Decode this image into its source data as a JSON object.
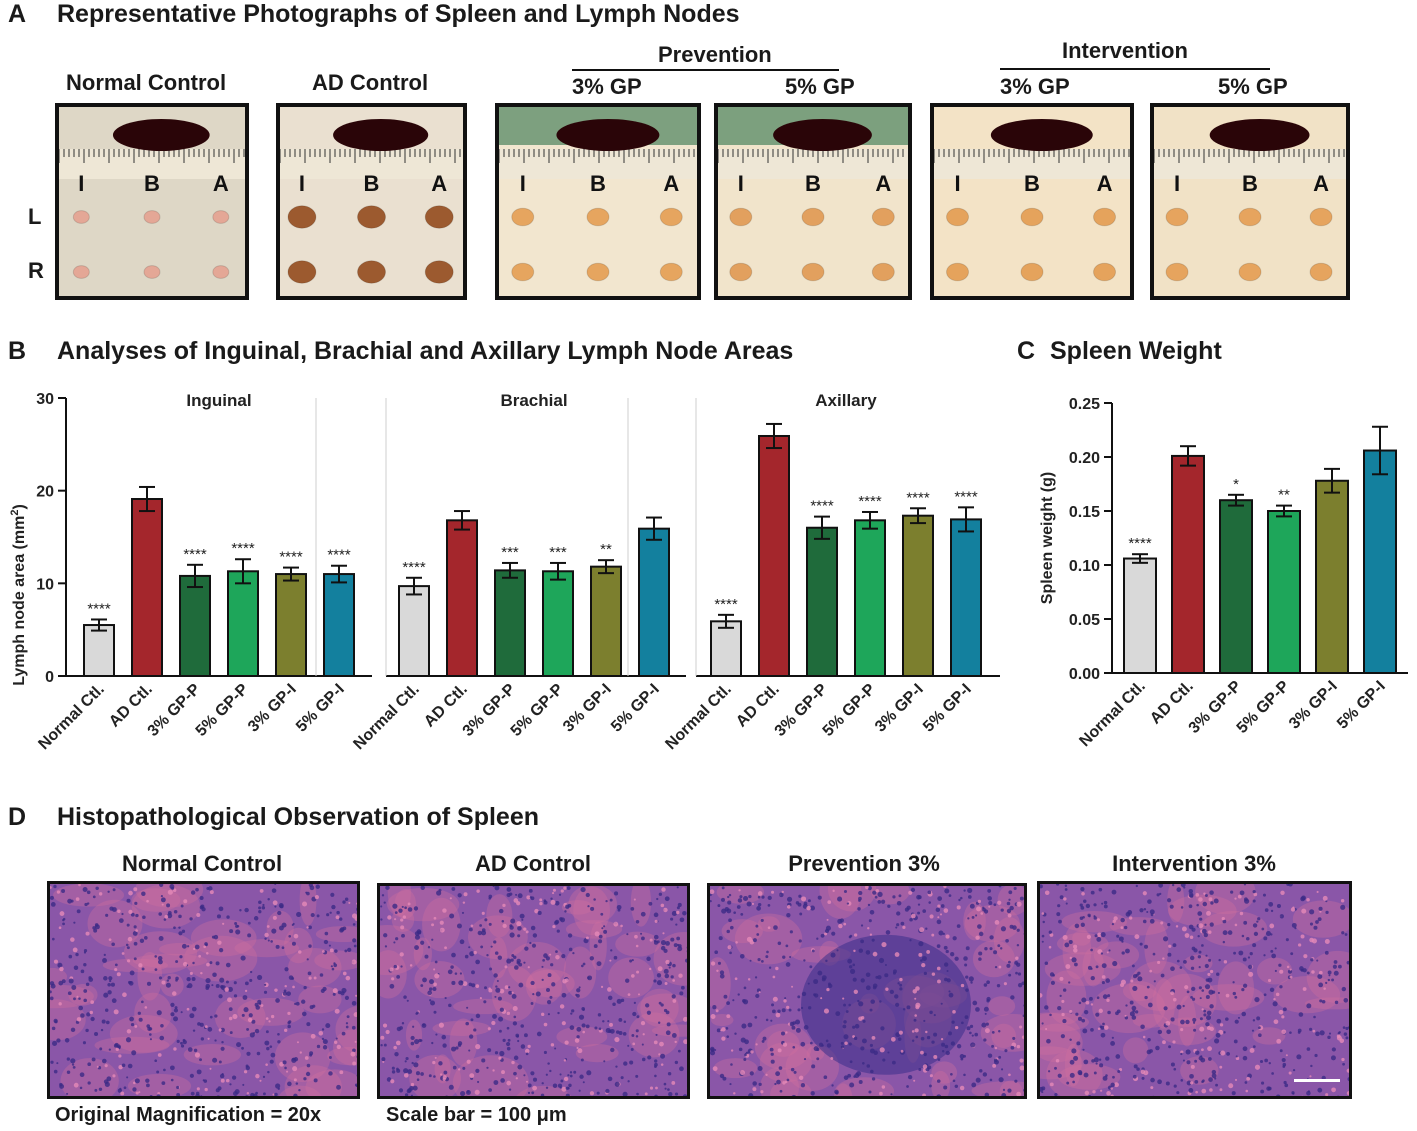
{
  "panel_a": {
    "letter": "A",
    "title": "Representative Photographs of Spleen and Lymph Nodes",
    "group_headers": [
      "Prevention",
      "Intervention"
    ],
    "photo_labels": [
      "Normal Control",
      "AD Control",
      "3% GP",
      "5% GP",
      "3% GP",
      "5% GP"
    ],
    "row_labels": [
      "L",
      "R"
    ],
    "node_letters": [
      "I",
      "B",
      "A"
    ],
    "photos": [
      {
        "bg": "#ded7c6",
        "node_color": "#e4a796",
        "spleen": "#2a0508"
      },
      {
        "bg": "#eae0d0",
        "node_color": "#9c5a2f",
        "spleen": "#2a0508"
      },
      {
        "bg": "#f2e6cf",
        "node_color": "#e6a55f",
        "spleen": "#2a0508"
      },
      {
        "bg": "#f1e4cb",
        "node_color": "#e2a05e",
        "spleen": "#2a0508"
      },
      {
        "bg": "#f3e3c6",
        "node_color": "#e5a35c",
        "spleen": "#2a0508"
      },
      {
        "bg": "#f1e2c6",
        "node_color": "#e6a45e",
        "spleen": "#2a0508"
      }
    ]
  },
  "panel_b": {
    "letter": "B",
    "title": "Analyses of Inguinal, Brachial and Axillary Lymph Node Areas",
    "ylabel": "Lymph node area (mm",
    "ylabel_sup": "2",
    "ylabel_close": ")"
  },
  "panel_c": {
    "letter": "C",
    "title": "Spleen Weight"
  },
  "panel_d": {
    "letter": "D",
    "title": "Histopathological Observation of Spleen",
    "image_labels": [
      "Normal Control",
      "AD Control",
      "Prevention 3%",
      "Intervention 3%"
    ],
    "footnote_left": "Original Magnification = 20x",
    "footnote_right": "Scale bar = 100 μm"
  },
  "chart_data": [
    {
      "type": "bar",
      "title": "Inguinal",
      "ylabel": "Lymph node area (mm2)",
      "ylim": [
        0,
        30
      ],
      "yticks": [
        0,
        10,
        20,
        30
      ],
      "categories": [
        "Normal Ctl.",
        "AD Ctl.",
        "3% GP-P",
        "5% GP-P",
        "3% GP-I",
        "5% GP-I"
      ],
      "values": [
        5.5,
        19.1,
        10.8,
        11.3,
        11.0,
        11.0
      ],
      "errors": [
        0.6,
        1.3,
        1.2,
        1.3,
        0.7,
        0.9
      ],
      "significance": [
        "****",
        "",
        "****",
        "****",
        "****",
        "****"
      ],
      "colors": [
        "#d9d9d9",
        "#a4262c",
        "#1f6b3b",
        "#1ea65a",
        "#7c7f2e",
        "#13809e"
      ]
    },
    {
      "type": "bar",
      "title": "Brachial",
      "ylim": [
        0,
        30
      ],
      "categories": [
        "Normal Ctl.",
        "AD Ctl.",
        "3% GP-P",
        "5% GP-P",
        "3% GP-I",
        "5% GP-I"
      ],
      "values": [
        9.7,
        16.8,
        11.4,
        11.3,
        11.8,
        15.9
      ],
      "errors": [
        0.9,
        1.0,
        0.8,
        0.9,
        0.7,
        1.2
      ],
      "significance": [
        "****",
        "",
        "***",
        "***",
        "**",
        ""
      ],
      "colors": [
        "#d9d9d9",
        "#a4262c",
        "#1f6b3b",
        "#1ea65a",
        "#7c7f2e",
        "#13809e"
      ]
    },
    {
      "type": "bar",
      "title": "Axillary",
      "ylim": [
        0,
        30
      ],
      "categories": [
        "Normal Ctl.",
        "AD Ctl.",
        "3% GP-P",
        "5% GP-P",
        "3% GP-I",
        "5% GP-I"
      ],
      "values": [
        5.9,
        25.9,
        16.0,
        16.8,
        17.3,
        16.9
      ],
      "errors": [
        0.7,
        1.3,
        1.2,
        0.9,
        0.8,
        1.3
      ],
      "significance": [
        "****",
        "",
        "****",
        "****",
        "****",
        "****"
      ],
      "colors": [
        "#d9d9d9",
        "#a4262c",
        "#1f6b3b",
        "#1ea65a",
        "#7c7f2e",
        "#13809e"
      ]
    },
    {
      "type": "bar",
      "title": "",
      "ylabel": "Spleen weight (g)",
      "ylim": [
        0,
        0.25
      ],
      "yticks": [
        "0.00",
        "0.05",
        "0.10",
        "0.15",
        "0.20",
        "0.25"
      ],
      "categories": [
        "Normal Ctl.",
        "AD Ctl.",
        "3% GP-P",
        "5% GP-P",
        "3% GP-I",
        "5% GP-I"
      ],
      "values": [
        0.106,
        0.201,
        0.16,
        0.15,
        0.178,
        0.206
      ],
      "errors": [
        0.004,
        0.009,
        0.005,
        0.005,
        0.011,
        0.022
      ],
      "significance": [
        "****",
        "",
        "*",
        "**",
        "",
        ""
      ],
      "colors": [
        "#d9d9d9",
        "#a4262c",
        "#1f6b3b",
        "#1ea65a",
        "#7c7f2e",
        "#13809e"
      ]
    }
  ]
}
